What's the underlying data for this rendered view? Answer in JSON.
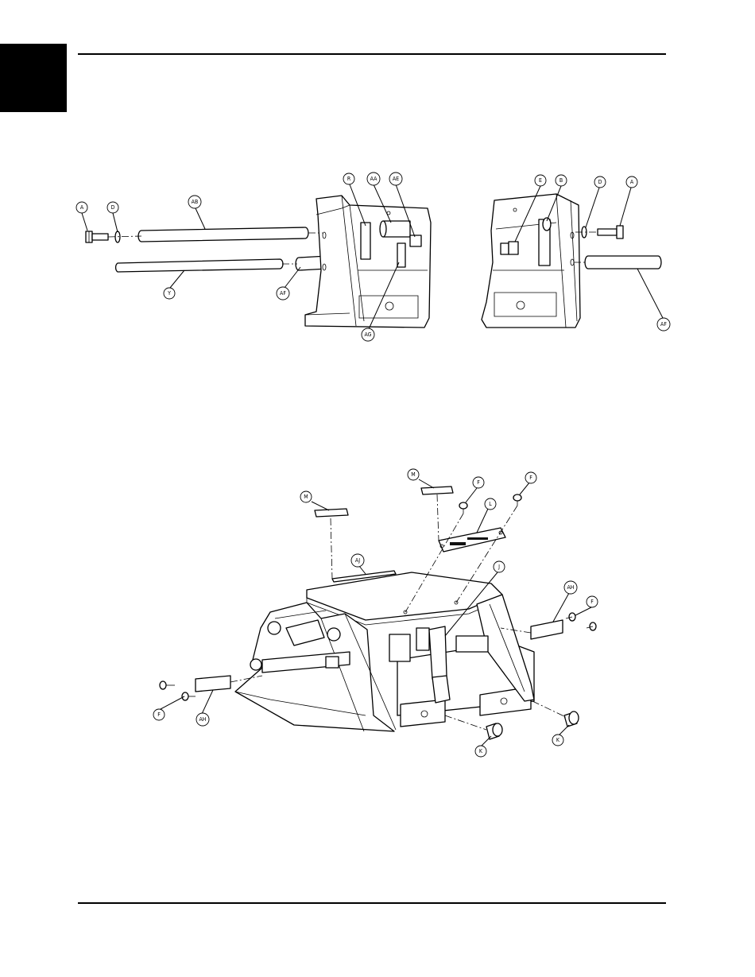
{
  "figure_top": {
    "callouts_left": [
      "A",
      "D",
      "AB",
      "Y",
      "AF",
      "R",
      "AA",
      "AE",
      "AG"
    ],
    "callouts_right": [
      "E",
      "B",
      "D",
      "A",
      "AF"
    ]
  },
  "figure_bottom": {
    "callouts": [
      "M",
      "M",
      "F",
      "F",
      "L",
      "AJ",
      "J",
      "AH",
      "F",
      "F",
      "AH",
      "K",
      "K"
    ]
  }
}
